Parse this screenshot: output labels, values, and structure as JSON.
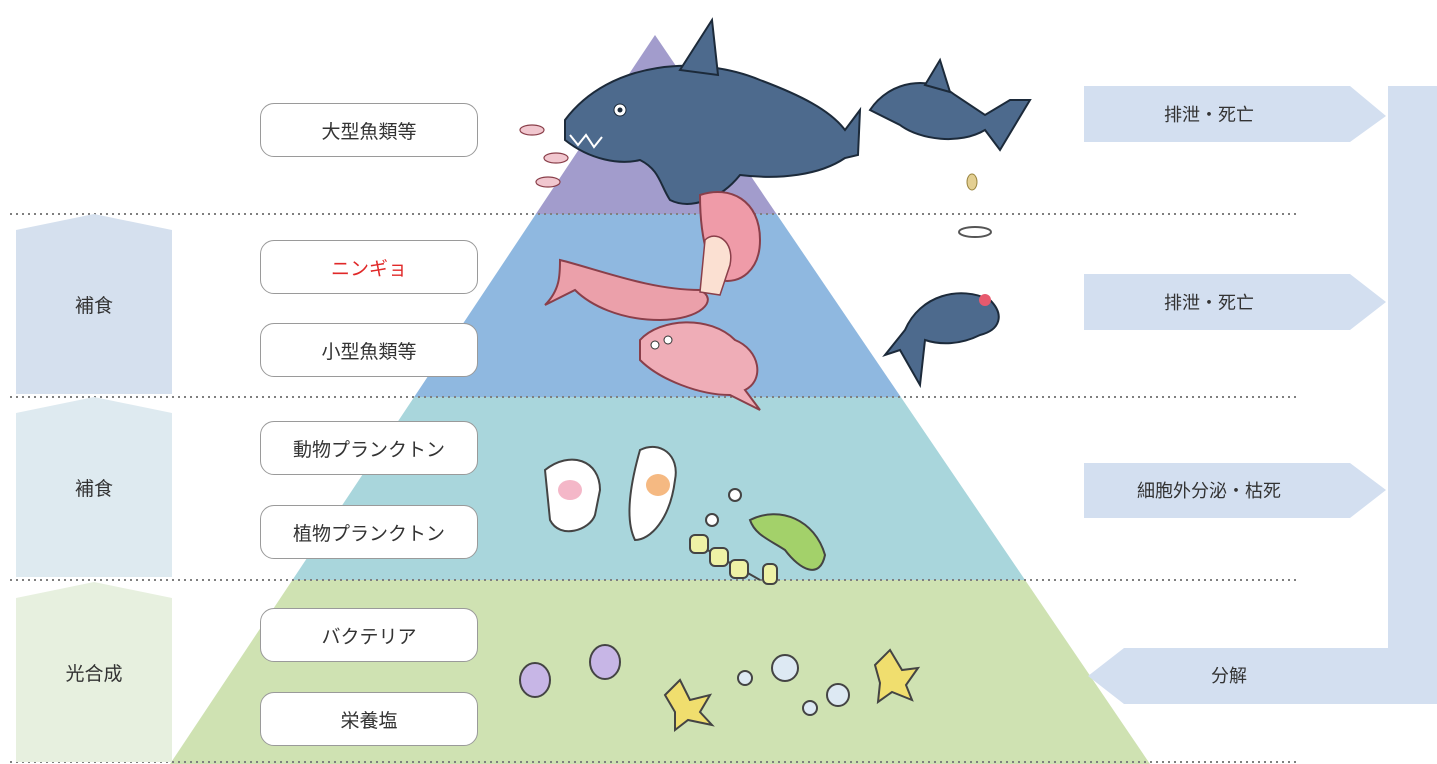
{
  "levels": {
    "large_fish": "大型魚類等",
    "ningyo": "ニンギョ",
    "small_fish": "小型魚類等",
    "zooplankton": "動物プランクトン",
    "phytoplankton": "植物プランクトン",
    "bacteria": "バクテリア",
    "nutrients": "栄養塩"
  },
  "processes": {
    "predation_upper": "補食",
    "predation_lower": "補食",
    "photosynthesis": "光合成"
  },
  "outputs": {
    "top": "排泄・死亡",
    "middle": "排泄・死亡",
    "plankton": "細胞外分泌・枯死",
    "decomposition": "分解"
  },
  "colors": {
    "tier_top": "#a29ccc",
    "tier_fish": "#8fb8e0",
    "tier_plankton": "#a9d6dc",
    "tier_base": "#cfe2b2",
    "arrow_right": "#d3dff0",
    "arrow_left_1": "#d5e0ee",
    "arrow_left_2": "#deeaf0",
    "arrow_left_3": "#e7f0df",
    "highlight_text": "#e02828"
  },
  "highlighted_item": "ニンギョ"
}
